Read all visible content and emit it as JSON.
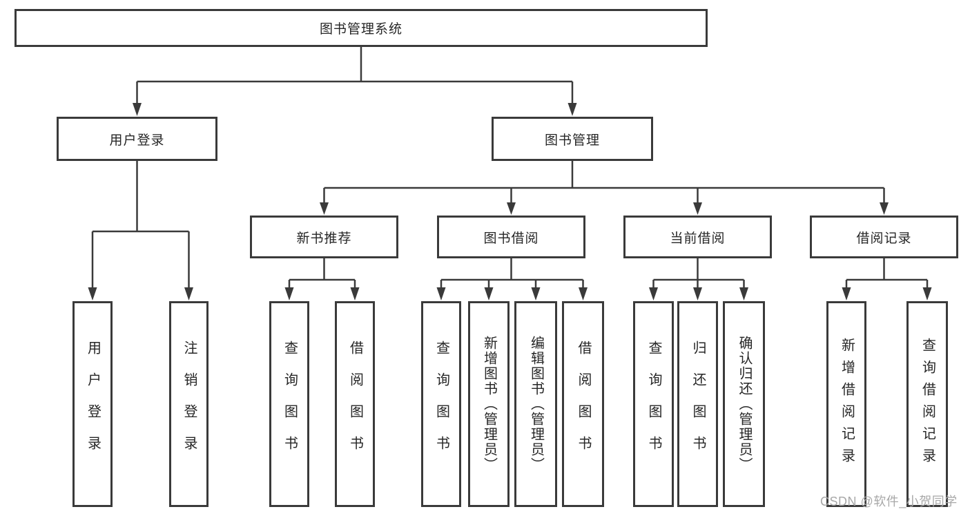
{
  "diagram": {
    "title": "图书管理系统",
    "branches": [
      {
        "label": "用户登录",
        "children": [
          {
            "label": "用户登录"
          },
          {
            "label": "注销登录"
          }
        ]
      },
      {
        "label": "图书管理",
        "children": [
          {
            "label": "新书推荐",
            "children": [
              {
                "label": "查询图书"
              },
              {
                "label": "借阅图书"
              }
            ]
          },
          {
            "label": "图书借阅",
            "children": [
              {
                "label": "查询图书"
              },
              {
                "label": "新增图书（管理员）"
              },
              {
                "label": "编辑图书（管理员）"
              },
              {
                "label": "借阅图书"
              }
            ]
          },
          {
            "label": "当前借阅",
            "children": [
              {
                "label": "查询图书"
              },
              {
                "label": "归还图书"
              },
              {
                "label": "确认归还（管理员）"
              }
            ]
          },
          {
            "label": "借阅记录",
            "children": [
              {
                "label": "新增借阅记录"
              },
              {
                "label": "查询借阅记录"
              }
            ]
          }
        ]
      }
    ]
  },
  "watermark": {
    "text": "CSDN @软件_小贺同学"
  },
  "colors": {
    "line": "#3a3a3a",
    "text": "#262626",
    "box_background": "#ffffff",
    "watermark": "#a8a8a8",
    "page_background": "#ffffff"
  }
}
